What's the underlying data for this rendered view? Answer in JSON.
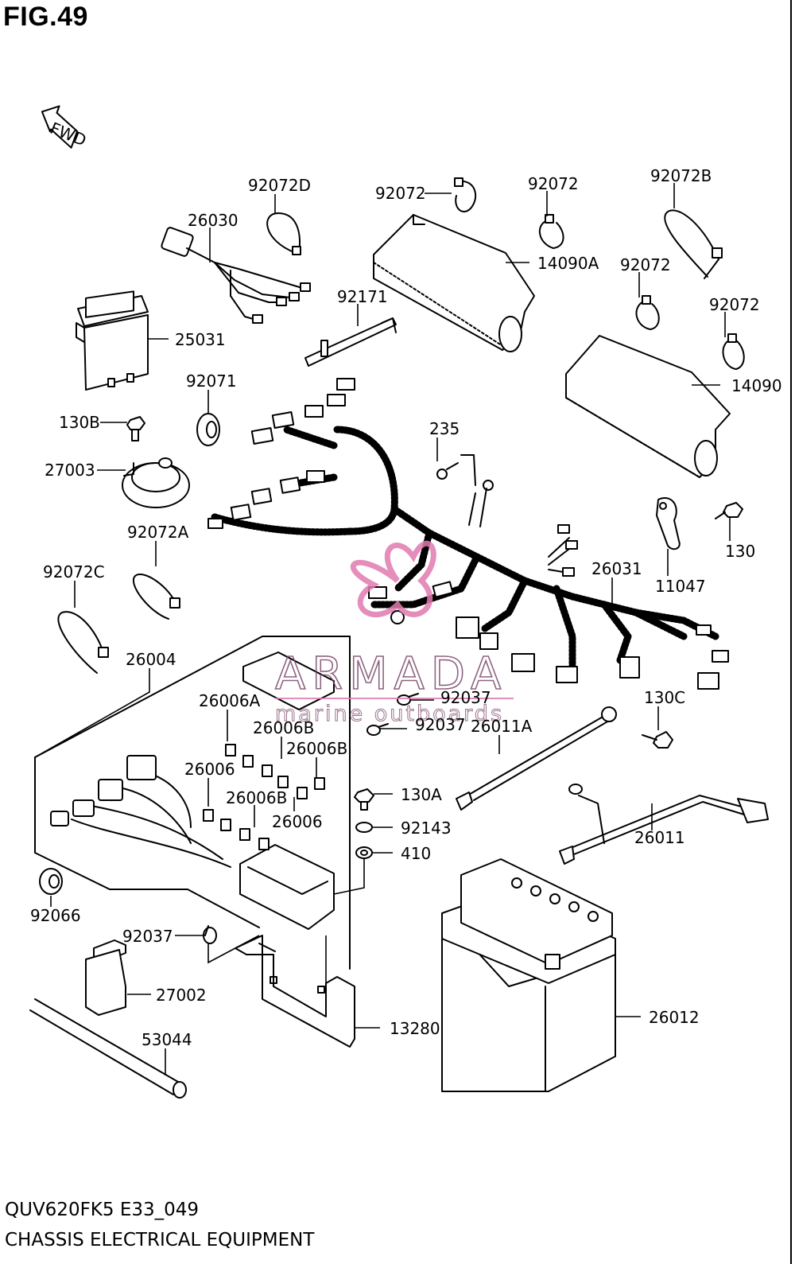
{
  "figure": {
    "title": "FIG.49",
    "model_code": "QUV620FK5 E33_049",
    "section_title": "CHASSIS ELECTRICAL EQUIPMENT",
    "fwd_label": "FWD"
  },
  "watermark": {
    "brand": "ARMADA",
    "tagline": "marine outboards",
    "color": "#e07ab0"
  },
  "part_labels": {
    "p92072D": "92072D",
    "p26030": "26030",
    "p92072_top": "92072",
    "p92072_mid": "92072",
    "p92072B": "92072B",
    "p14090A": "14090A",
    "p92072_r1": "92072",
    "p92072_r2": "92072",
    "p92171": "92171",
    "p25031": "25031",
    "p14090": "14090",
    "p92071": "92071",
    "p130B": "130B",
    "p235": "235",
    "p27003": "27003",
    "p130": "130",
    "p92072A": "92072A",
    "p11047": "11047",
    "p92072C": "92072C",
    "p26031": "26031",
    "p26004": "26004",
    "p130C": "130C",
    "p26006A": "26006A",
    "p92037_a": "92037",
    "p92037_b": "92037",
    "p26011A": "26011A",
    "p26006B_a": "26006B",
    "p26006B_b": "26006B",
    "p26006_a": "26006",
    "p26006B_c": "26006B",
    "p26006_b": "26006",
    "p130A": "130A",
    "p92143": "92143",
    "p410": "410",
    "p26011": "26011",
    "p92066": "92066",
    "p92037_c": "92037",
    "p27002": "27002",
    "p26012": "26012",
    "p13280": "13280",
    "p53044": "53044"
  }
}
